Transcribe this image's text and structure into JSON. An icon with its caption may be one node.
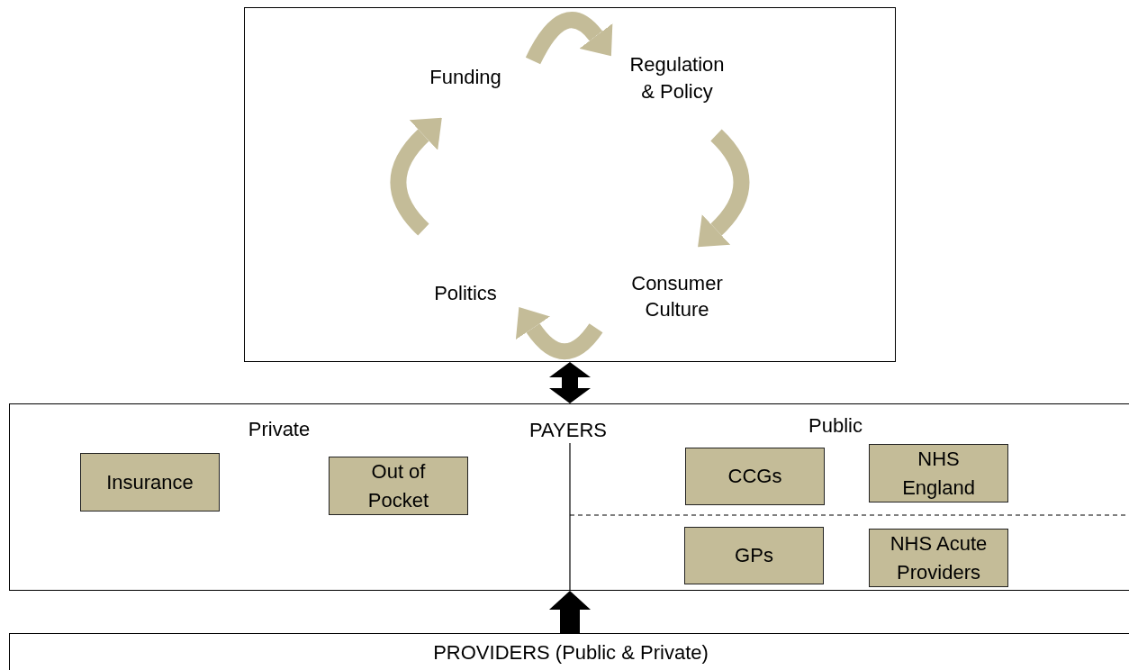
{
  "diagram": {
    "nodes": [
      {
        "text": [],
        "shape": "box"
      },
      {
        "text": [
          "Funding"
        ],
        "in": 0
      },
      {
        "text": [
          "Regulation & Policy"
        ],
        "in": 0
      },
      {
        "text": [
          "Consumer Culture"
        ],
        "in": 0
      },
      {
        "text": [
          "Politics"
        ],
        "in": 0
      },
      {
        "text": [
          "PAYERS"
        ]
      },
      {
        "text": [
          "Insurance"
        ],
        "in": 5
      },
      {
        "text": [
          "Out of Pocket"
        ],
        "in": 5
      },
      {
        "text": [
          "CCGs"
        ],
        "in": 5
      },
      {
        "text": [
          "NHS England"
        ],
        "in": 5
      },
      {
        "text": [
          "GPs"
        ],
        "in": 5
      },
      {
        "text": [
          "NHS Acute Providers"
        ],
        "in": 5
      },
      {
        "text": [
          "PROVIDERS (Public & Private)"
        ]
      }
    ],
    "edges": [
      {
        "from": 1,
        "to": 2,
        "arrow": "to"
      },
      {
        "from": 2,
        "to": 3,
        "arrow": "to"
      },
      {
        "from": 3,
        "to": 4,
        "arrow": "to"
      },
      {
        "from": 4,
        "to": 1,
        "arrow": "to"
      },
      {
        "from": 0,
        "to": 5,
        "arrow": "both",
        "color": "#000000"
      },
      {
        "from": 12,
        "to": 5,
        "arrow": "to",
        "color": "#000000"
      }
    ],
    "labels": [
      "Private",
      "Public"
    ]
  }
}
